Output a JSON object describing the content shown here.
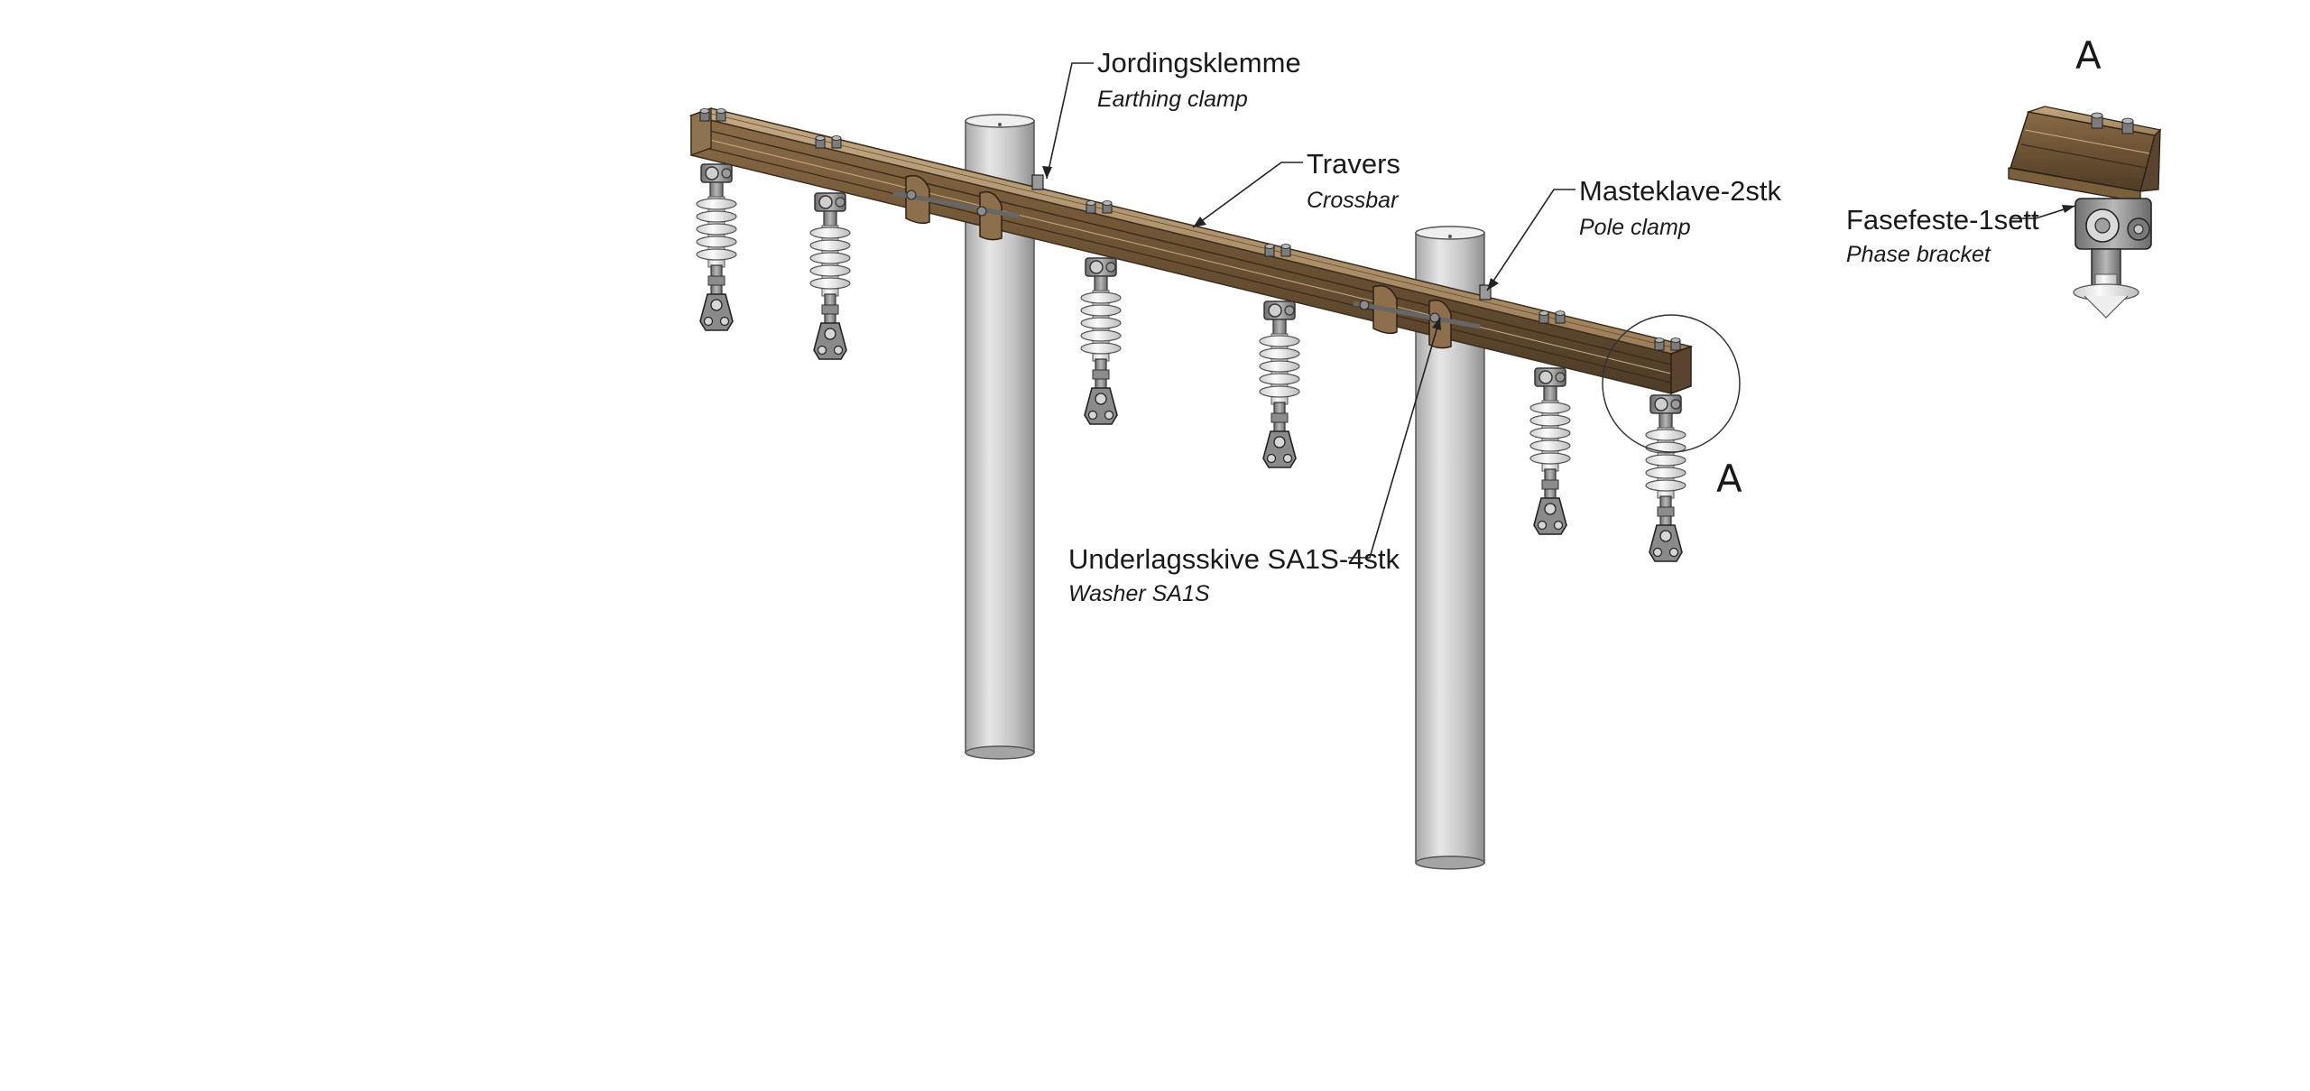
{
  "labels": {
    "earthing_clamp": {
      "main": "Jordingsklemme",
      "sub": "Earthing clamp"
    },
    "crossbar": {
      "main": "Travers",
      "sub": "Crossbar"
    },
    "pole_clamp": {
      "main": "Masteklave-2stk",
      "sub": "Pole clamp"
    },
    "washer": {
      "main": "Underlagsskive SA1S-4stk",
      "sub": "Washer SA1S"
    },
    "phase_bracket": {
      "main": "Fasefeste-1sett",
      "sub": "Phase bracket"
    }
  },
  "detail": {
    "marker_letter": "A",
    "view_letter": "A"
  },
  "colors": {
    "crossbar_top": "#b59a73",
    "crossbar_side": "#7a5f3d",
    "crossbar_dark": "#4a3a28",
    "pole_light": "#e4e4e4",
    "pole_dark": "#9a9a9a",
    "insulator": "#efefef",
    "hardware": "#8e8e8e"
  }
}
